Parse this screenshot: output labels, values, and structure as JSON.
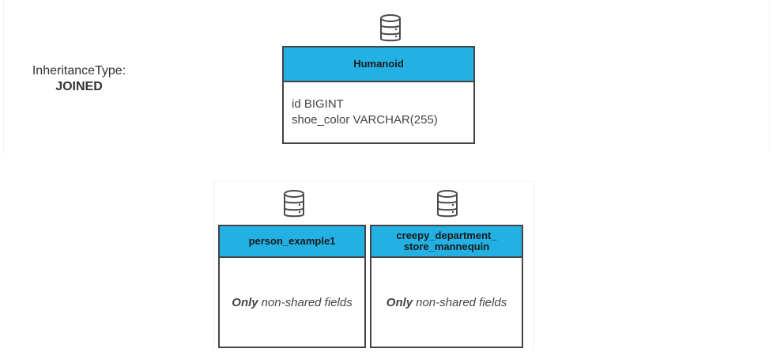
{
  "inheritance": {
    "label": "InheritanceType:",
    "value": "JOINED"
  },
  "parent": {
    "name": "Humanoid",
    "fields": [
      "id BIGINT",
      "shoe_color VARCHAR(255)"
    ],
    "icon": "database-icon"
  },
  "children": [
    {
      "name": "person_example1",
      "note_emphasis": "Only",
      "note_rest": "non-shared fields",
      "icon": "database-icon"
    },
    {
      "name_line1": "creepy_department_",
      "name_line2": "store_mannequin",
      "note_emphasis": "Only",
      "note_rest": "non-shared fields",
      "icon": "database-icon"
    }
  ],
  "colors": {
    "header": "#23b1e3",
    "border": "#444444",
    "text": "#444444"
  }
}
